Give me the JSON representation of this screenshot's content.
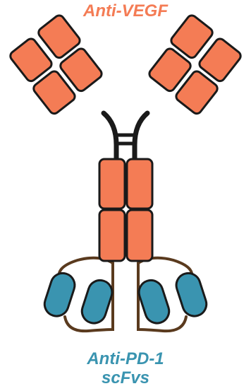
{
  "labels": {
    "top": "Anti-VEGF",
    "bottom_line1": "Anti-PD-1",
    "bottom_line2": "scFvs"
  },
  "colors": {
    "fab_domain": "#F47C55",
    "scfv_domain": "#3A94B0",
    "outline": "#1a1a1a",
    "hinge": "#1a1a1a",
    "linker": "#5A3A1E",
    "top_label": "#F47C55",
    "bottom_label": "#3A94B0"
  }
}
